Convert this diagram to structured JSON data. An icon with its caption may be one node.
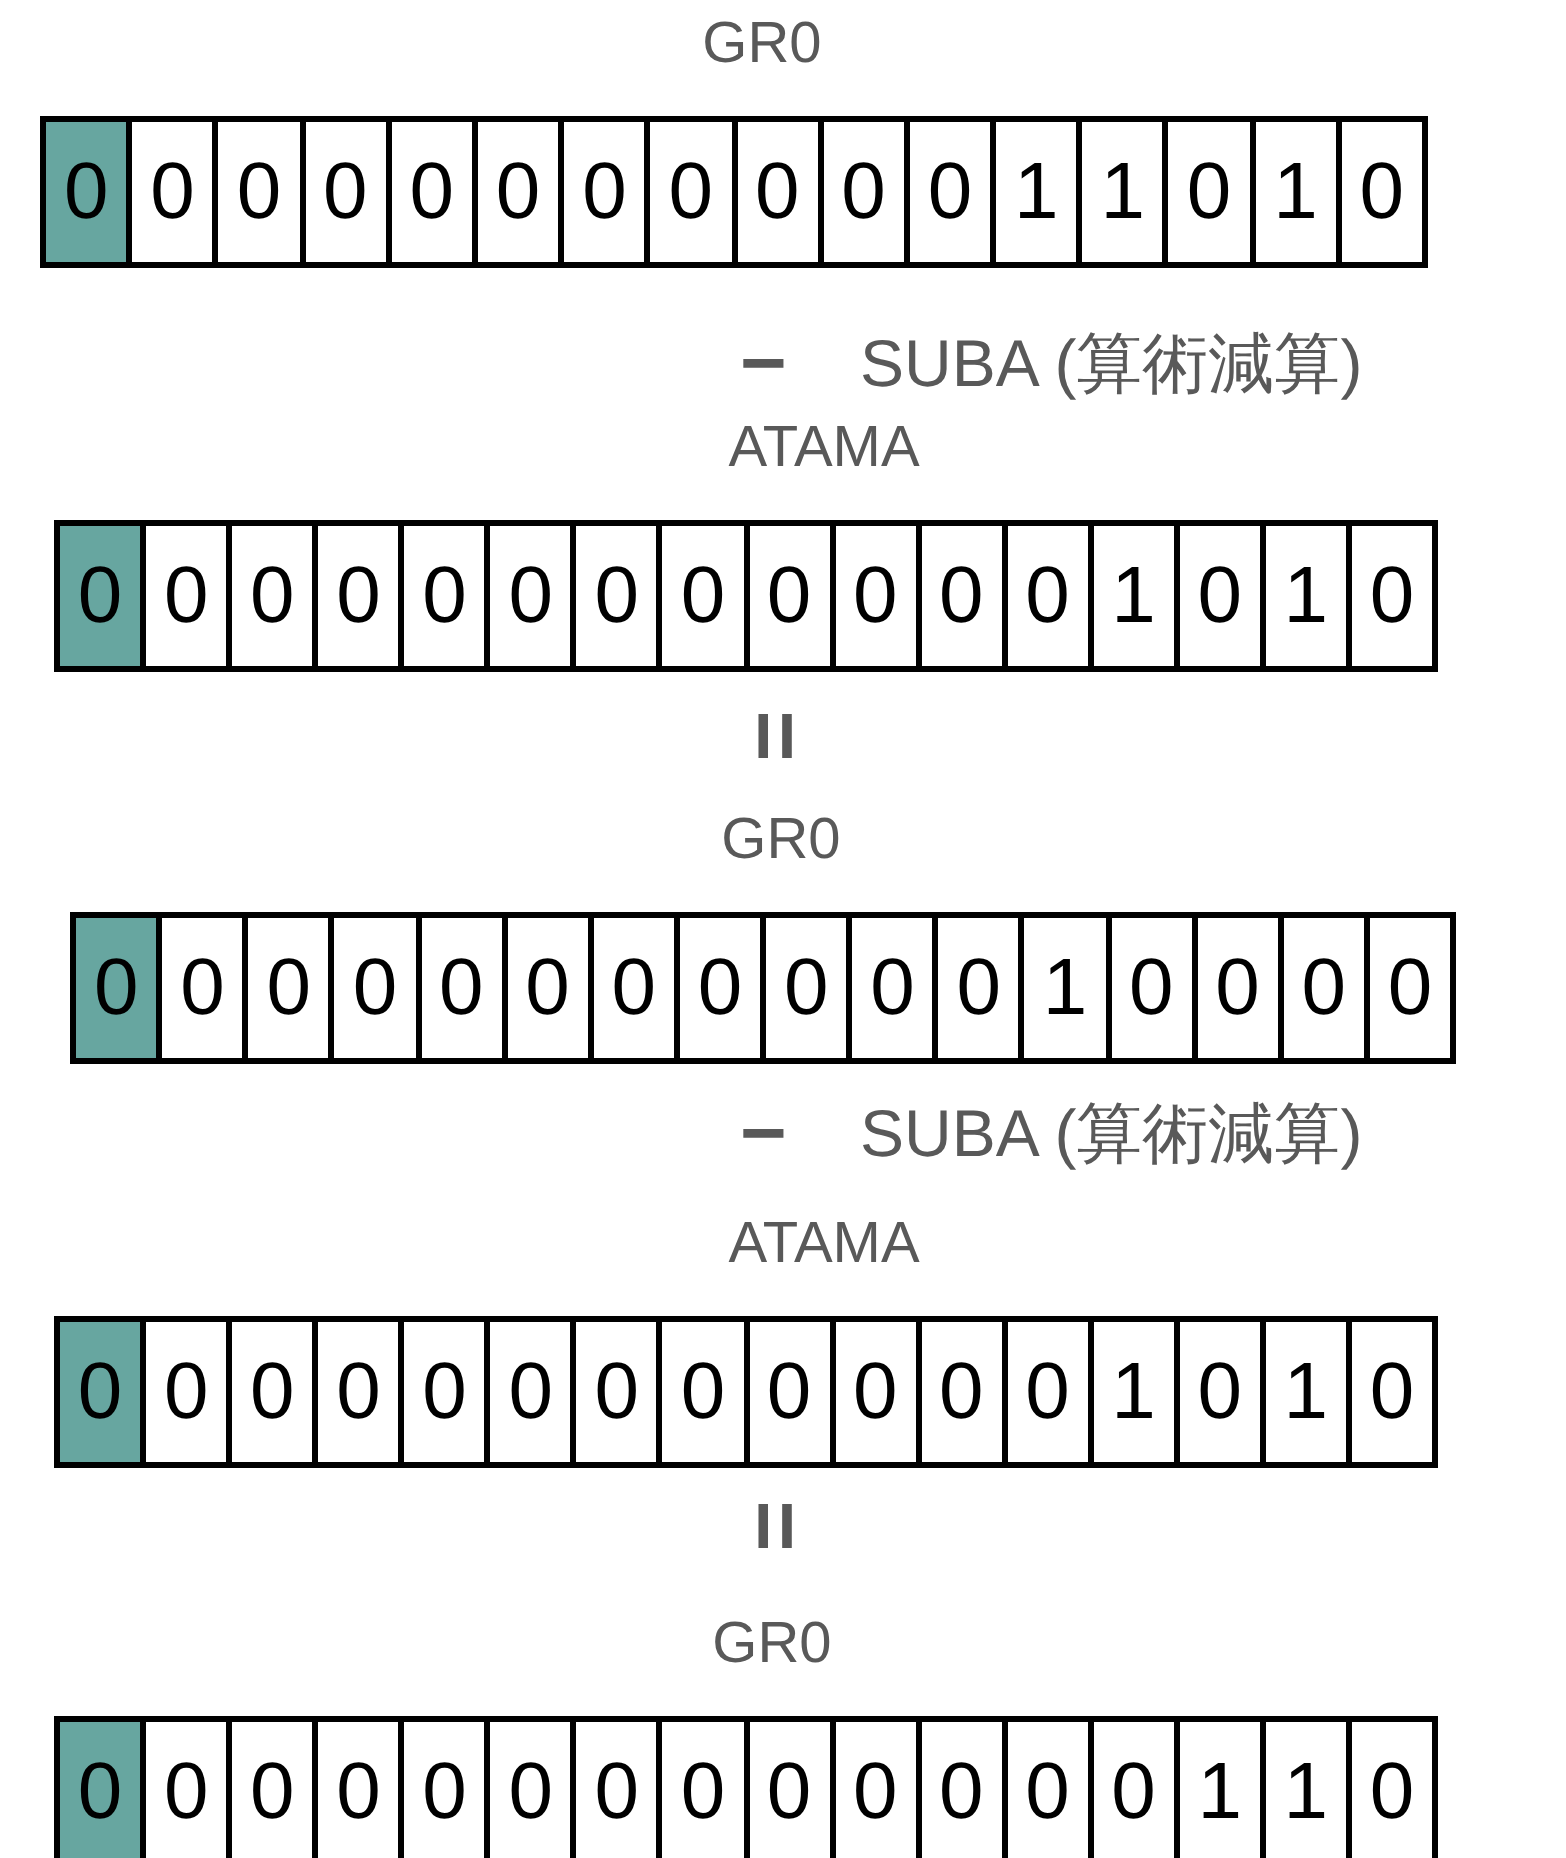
{
  "diagram": {
    "nodes": [
      {
        "text": [
          "GR0"
        ]
      },
      {
        "text": [
          "0"
        ],
        "in": 0
      },
      {
        "text": [
          "0"
        ],
        "in": 0
      },
      {
        "text": [
          "0"
        ],
        "in": 0
      },
      {
        "text": [
          "0"
        ],
        "in": 0
      },
      {
        "text": [
          "0"
        ],
        "in": 0
      },
      {
        "text": [
          "0"
        ],
        "in": 0
      },
      {
        "text": [
          "0"
        ],
        "in": 0
      },
      {
        "text": [
          "0"
        ],
        "in": 0
      },
      {
        "text": [
          "0"
        ],
        "in": 0
      },
      {
        "text": [
          "0"
        ],
        "in": 0
      },
      {
        "text": [
          "0"
        ],
        "in": 0
      },
      {
        "text": [
          "1"
        ],
        "in": 0
      },
      {
        "text": [
          "1"
        ],
        "in": 0
      },
      {
        "text": [
          "0"
        ],
        "in": 0
      },
      {
        "text": [
          "1"
        ],
        "in": 0
      },
      {
        "text": [
          "0"
        ],
        "in": 0
      },
      {
        "text": [
          "ATAMA"
        ]
      },
      {
        "text": [
          "0"
        ],
        "in": 17
      },
      {
        "text": [
          "0"
        ],
        "in": 17
      },
      {
        "text": [
          "0"
        ],
        "in": 17
      },
      {
        "text": [
          "0"
        ],
        "in": 17
      },
      {
        "text": [
          "0"
        ],
        "in": 17
      },
      {
        "text": [
          "0"
        ],
        "in": 17
      },
      {
        "text": [
          "0"
        ],
        "in": 17
      },
      {
        "text": [
          "0"
        ],
        "in": 17
      },
      {
        "text": [
          "0"
        ],
        "in": 17
      },
      {
        "text": [
          "0"
        ],
        "in": 17
      },
      {
        "text": [
          "0"
        ],
        "in": 17
      },
      {
        "text": [
          "0"
        ],
        "in": 17
      },
      {
        "text": [
          "1"
        ],
        "in": 17
      },
      {
        "text": [
          "0"
        ],
        "in": 17
      },
      {
        "text": [
          "1"
        ],
        "in": 17
      },
      {
        "text": [
          "0"
        ],
        "in": 17
      },
      {
        "text": [
          "GR0"
        ]
      },
      {
        "text": [
          "0"
        ],
        "in": 34
      },
      {
        "text": [
          "0"
        ],
        "in": 34
      },
      {
        "text": [
          "0"
        ],
        "in": 34
      },
      {
        "text": [
          "0"
        ],
        "in": 34
      },
      {
        "text": [
          "0"
        ],
        "in": 34
      },
      {
        "text": [
          "0"
        ],
        "in": 34
      },
      {
        "text": [
          "0"
        ],
        "in": 34
      },
      {
        "text": [
          "0"
        ],
        "in": 34
      },
      {
        "text": [
          "0"
        ],
        "in": 34
      },
      {
        "text": [
          "0"
        ],
        "in": 34
      },
      {
        "text": [
          "0"
        ],
        "in": 34
      },
      {
        "text": [
          "1"
        ],
        "in": 34
      },
      {
        "text": [
          "0"
        ],
        "in": 34
      },
      {
        "text": [
          "0"
        ],
        "in": 34
      },
      {
        "text": [
          "0"
        ],
        "in": 34
      },
      {
        "text": [
          "0"
        ],
        "in": 34
      },
      {
        "text": [
          "ATAMA"
        ]
      },
      {
        "text": [
          "0"
        ],
        "in": 51
      },
      {
        "text": [
          "0"
        ],
        "in": 51
      },
      {
        "text": [
          "0"
        ],
        "in": 51
      },
      {
        "text": [
          "0"
        ],
        "in": 51
      },
      {
        "text": [
          "0"
        ],
        "in": 51
      },
      {
        "text": [
          "0"
        ],
        "in": 51
      },
      {
        "text": [
          "0"
        ],
        "in": 51
      },
      {
        "text": [
          "0"
        ],
        "in": 51
      },
      {
        "text": [
          "0"
        ],
        "in": 51
      },
      {
        "text": [
          "0"
        ],
        "in": 51
      },
      {
        "text": [
          "0"
        ],
        "in": 51
      },
      {
        "text": [
          "0"
        ],
        "in": 51
      },
      {
        "text": [
          "1"
        ],
        "in": 51
      },
      {
        "text": [
          "0"
        ],
        "in": 51
      },
      {
        "text": [
          "1"
        ],
        "in": 51
      },
      {
        "text": [
          "0"
        ],
        "in": 51
      },
      {
        "text": [
          "GR0"
        ]
      },
      {
        "text": [
          "0"
        ],
        "in": 68
      },
      {
        "text": [
          "0"
        ],
        "in": 68
      },
      {
        "text": [
          "0"
        ],
        "in": 68
      },
      {
        "text": [
          "0"
        ],
        "in": 68
      },
      {
        "text": [
          "0"
        ],
        "in": 68
      },
      {
        "text": [
          "0"
        ],
        "in": 68
      },
      {
        "text": [
          "0"
        ],
        "in": 68
      },
      {
        "text": [
          "0"
        ],
        "in": 68
      },
      {
        "text": [
          "0"
        ],
        "in": 68
      },
      {
        "text": [
          "0"
        ],
        "in": 68
      },
      {
        "text": [
          "0"
        ],
        "in": 68
      },
      {
        "text": [
          "0"
        ],
        "in": 68
      },
      {
        "text": [
          "0"
        ],
        "in": 68
      },
      {
        "text": [
          "1"
        ],
        "in": 68
      },
      {
        "text": [
          "1"
        ],
        "in": 68
      },
      {
        "text": [
          "0"
        ],
        "in": 68
      }
    ],
    "labels": [
      "−",
      "SUBA (算術減算)",
      "=",
      "−",
      "SUBA (算術減算)",
      "="
    ]
  }
}
